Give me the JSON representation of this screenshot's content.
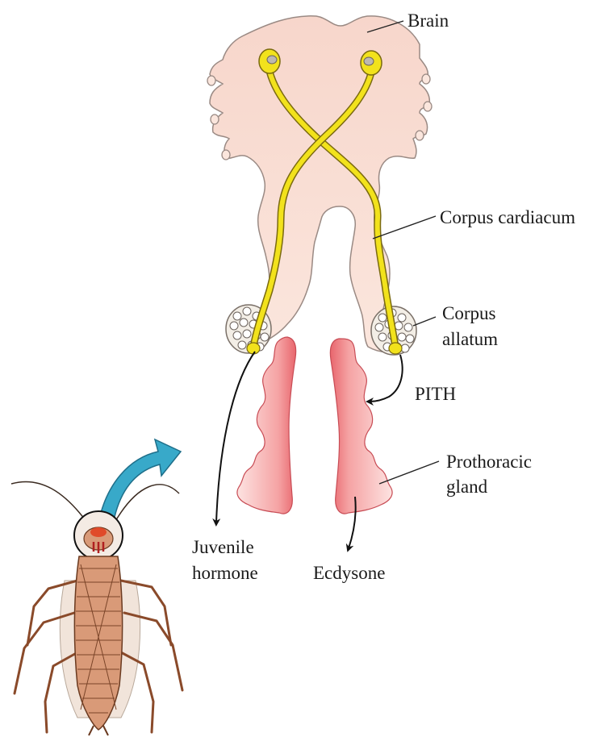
{
  "diagram": {
    "labels": {
      "brain": "Brain",
      "corpus_cardiacum": "Corpus cardiacum",
      "corpus_allatum_line1": "Corpus",
      "corpus_allatum_line2": "allatum",
      "pith": "PITH",
      "prothoracic_line1": "Prothoracic",
      "prothoracic_line2": "gland",
      "juvenile_line1": "Juvenile",
      "juvenile_line2": "hormone",
      "ecdysone": "Ecdysone"
    },
    "colors": {
      "brain_fill": "#f9dccf",
      "brain_stroke": "#9a8a84",
      "nerve": "#f2e21c",
      "gland_fill": "#ef7d82",
      "gland_light": "#fbd9d7",
      "callout_arrow": "#38a9c9",
      "insect_body": "#d99a78",
      "insect_dark": "#8a4a2a",
      "insect_head_red": "#e04a2a"
    }
  }
}
